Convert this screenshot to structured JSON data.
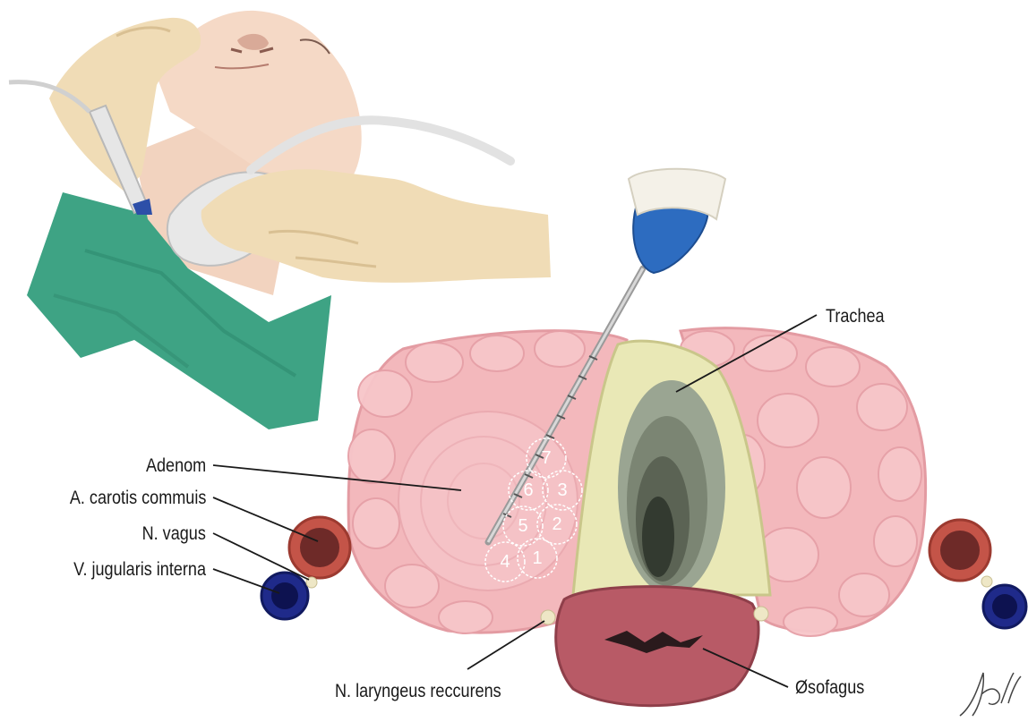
{
  "labels": {
    "trachea": "Trachea",
    "adenom": "Adenom",
    "carotis": "A. carotis commuis",
    "vagus": "N.  vagus",
    "jugularis": "V. jugularis interna",
    "laryngeus": "N. laryngeus reccurens",
    "osofagus": "Øsofagus"
  },
  "zone_numbers": [
    "7",
    "6",
    "3",
    "5",
    "2",
    "4",
    "1"
  ],
  "signature": "Jhld",
  "colors": {
    "thyroid": "#f3b8bc",
    "trachea_wall": "#e9e8b6",
    "esophagus": "#b85a66",
    "carotid": "#c45448",
    "jugular": "#1f2a8a",
    "drape": "#3ea384",
    "skin": "#f2d3bf",
    "glove": "#f0dcb6",
    "needle_hub": "#2d6cc0"
  }
}
